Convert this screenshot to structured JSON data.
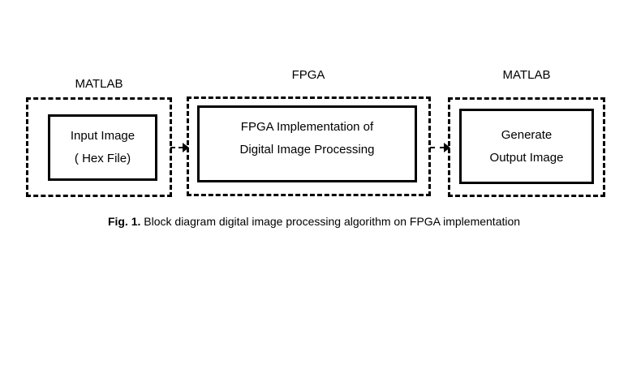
{
  "groups": [
    {
      "label": "MATLAB"
    },
    {
      "label": "FPGA"
    },
    {
      "label": "MATLAB"
    }
  ],
  "blocks": [
    {
      "lines": [
        "Input Image",
        "( Hex File)"
      ]
    },
    {
      "lines": [
        "FPGA Implementation  of",
        "Digital Image Processing"
      ]
    },
    {
      "lines": [
        "Generate",
        "Output Image"
      ]
    }
  ],
  "caption": {
    "prefix": "Fig. 1.",
    "text": " Block diagram digital image processing algorithm on FPGA implementation"
  },
  "colors": {
    "line": "#000000",
    "background": "#ffffff"
  }
}
